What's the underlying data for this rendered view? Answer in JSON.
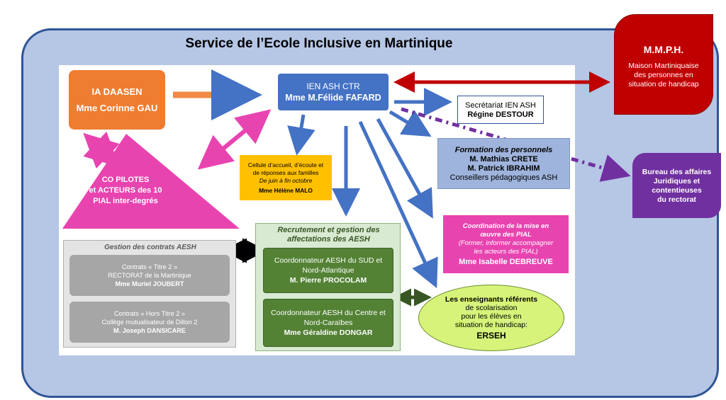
{
  "title": "Service de l’Ecole Inclusive en Martinique",
  "ia_daasen": {
    "line1": "IA DAASEN",
    "line2": "Mme Corinne GAU"
  },
  "ien": {
    "line1": "IEN ASH CTR",
    "line2": "Mme M.Félide FAFARD"
  },
  "secretariat": {
    "line1": "Secrétariat IEN ASH",
    "line2": "Régine DESTOUR"
  },
  "formation": {
    "line1": "Formation des personnels",
    "line2": "M. Mathias CRETE",
    "line3": "M. Patrick IBRAHIM",
    "line4": "Conseillers pédagogiques ASH"
  },
  "cellule": {
    "line1": "Cellule d’accueil, d’écoute et",
    "line2": "de réponses aux familles",
    "line3": "De juin à fin octobre",
    "line4": "Mme Hélène MALO"
  },
  "copilotes": {
    "line1": "CO PILOTES",
    "line2": "et ACTEURS des 10",
    "line3": "PIAL inter-degrés"
  },
  "coordination": {
    "line1": "Coordination de la mise en",
    "line2": "œuvre des PIAL",
    "line3": "(Former, informer  accompagner",
    "line4": "les acteurs des PIAL)",
    "line5": "Mme Isabelle DEBREUVE"
  },
  "gestion": {
    "title": "Gestion des contrats AESH",
    "c1": {
      "line1": "Contrats  « Titre 2 »",
      "line2": "RECTORAT de la Martinique",
      "line3": "Mme Muriel JOUBERT"
    },
    "c2": {
      "line1": "Contrats « Hors Titre 2 »",
      "line2": "Collège mutualisateur de Dillon 2",
      "line3": "M. Joseph DANSICARE"
    }
  },
  "recrutement": {
    "title1": "Recrutement et gestion des",
    "title2": "affectations des AESH",
    "g1": {
      "line1": "Coordonnateur AESH du SUD et",
      "line2": "Nord-Atlantique",
      "line3": "M. Pierre PROCOLAM"
    },
    "g2": {
      "line1": "Coordonnateur AESH du Centre et",
      "line2": "Nord-Caraïbes",
      "line3": "Mme Géraldine DONGAR"
    }
  },
  "erseh": {
    "line1": "Les enseignants référents",
    "line2": "de scolarisation",
    "line3": "pour les élèves en",
    "line4": "situation de handicap:",
    "line5": "ERSEH"
  },
  "mmph": {
    "line1": "M.M.P.H.",
    "line2": "Maison Martiniquaise",
    "line3": "des personnes en",
    "line4": "situation de handicap"
  },
  "bureau": {
    "line1": "Bureau des affaires",
    "line2": "Juridiques et",
    "line3": "contentieuses",
    "line4": "du rectorat"
  },
  "colors": {
    "frame": "#b6c6e5",
    "blue": "#4472c4",
    "orange": "#ef7d31",
    "magenta": "#e844b0",
    "green": "#548235",
    "red": "#c00000",
    "purple": "#7030a0",
    "yellow": "#ffc000",
    "lime": "#d7f37a"
  }
}
